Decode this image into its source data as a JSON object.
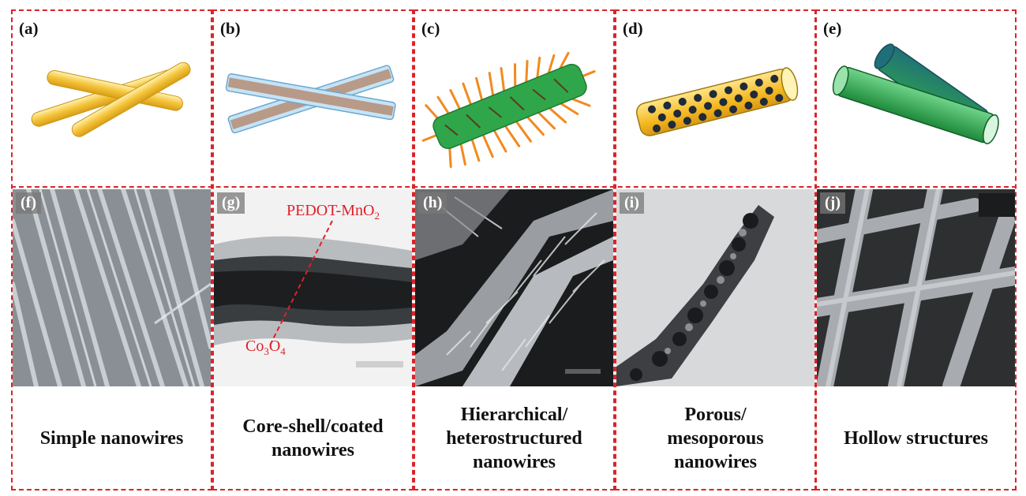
{
  "panels": [
    {
      "letter": "(a)",
      "photo_letter": "(f)",
      "caption": "Simple nanowires"
    },
    {
      "letter": "(b)",
      "photo_letter": "(g)",
      "caption": "Core-shell/coated\nnanowires"
    },
    {
      "letter": "(c)",
      "photo_letter": "(h)",
      "caption": "Hierarchical/\nheterostructured\nnanowires"
    },
    {
      "letter": "(d)",
      "photo_letter": "(i)",
      "caption": "Porous/\nmesoporous\nnanowires"
    },
    {
      "letter": "(e)",
      "photo_letter": "(j)",
      "caption": "Hollow structures"
    }
  ],
  "annotations": {
    "shell_label": "PEDOT-MnO",
    "shell_sub": "2",
    "core_label": "Co",
    "core_sub1": "3",
    "core_mid": "O",
    "core_sub2": "4"
  },
  "colors": {
    "divider": "#d9242a",
    "gold": "#f4c43a",
    "shell_blue": "#a9d3ee",
    "core_brown": "#b79a88",
    "green": "#2fa64a",
    "orange": "#f28a1e",
    "teal": "#1f6f7a"
  }
}
